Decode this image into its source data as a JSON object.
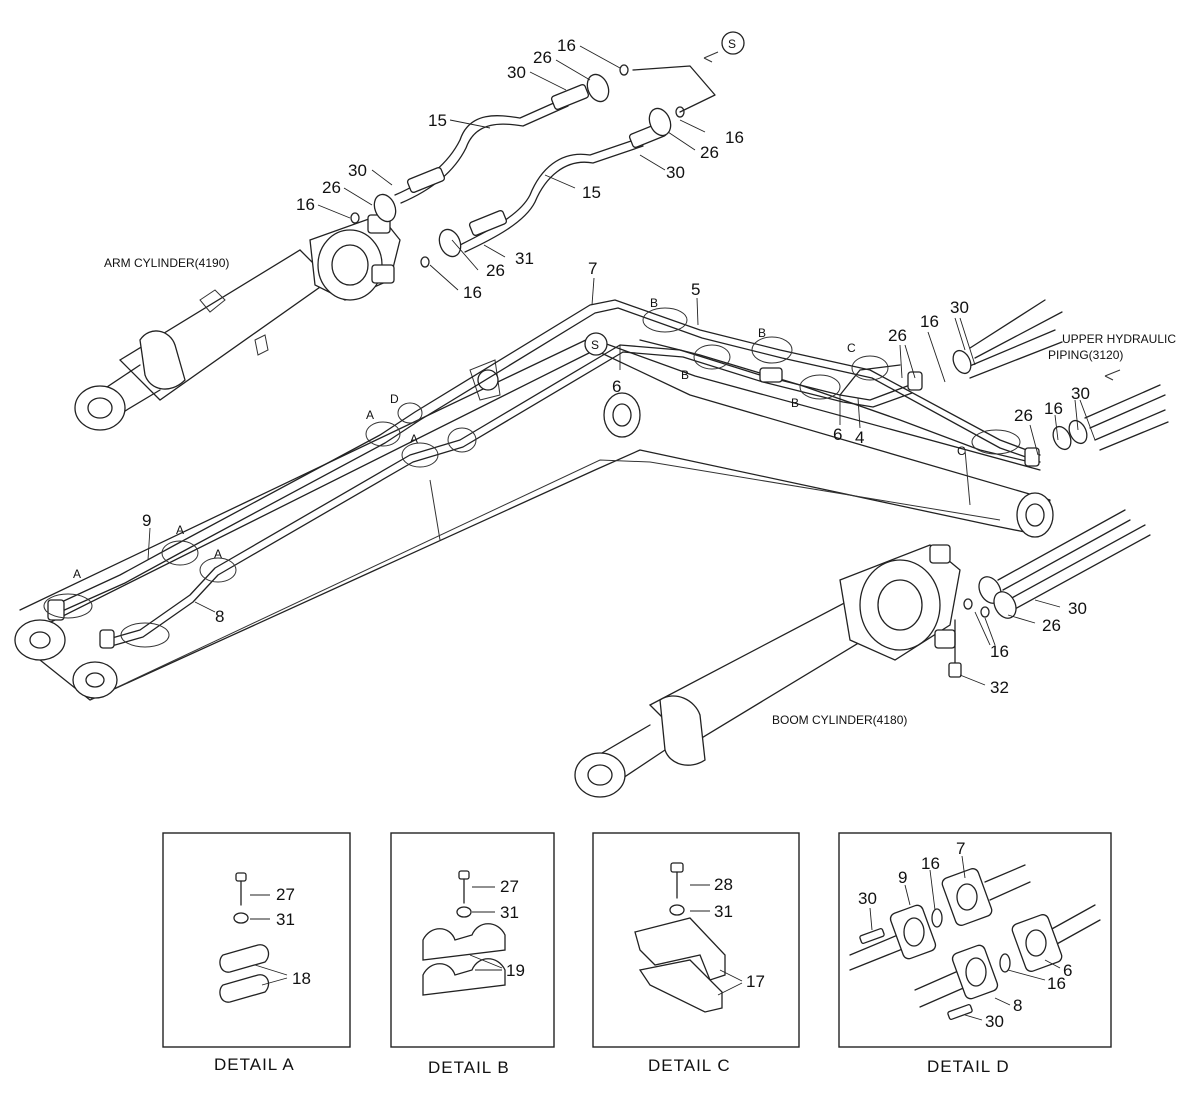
{
  "labels": {
    "arm_cylinder": "ARM CYLINDER(4190)",
    "boom_cylinder": "BOOM CYLINDER(4180)",
    "upper_piping_1": "UPPER HYDRAULIC",
    "upper_piping_2": "PIPING(3120)",
    "section_mark": "S"
  },
  "callouts": {
    "p4": "4",
    "p5": "5",
    "p6": "6",
    "p7": "7",
    "p8": "8",
    "p9": "9",
    "p15": "15",
    "p16": "16",
    "p17": "17",
    "p18": "18",
    "p19": "19",
    "p26": "26",
    "p27": "27",
    "p28": "28",
    "p30": "30",
    "p31": "31",
    "p32": "32"
  },
  "refs": {
    "a": "A",
    "b": "B",
    "c": "C",
    "d": "D"
  },
  "details": [
    {
      "title": "DETAIL  A"
    },
    {
      "title": "DETAIL  B"
    },
    {
      "title": "DETAIL  C"
    },
    {
      "title": "DETAIL  D"
    }
  ]
}
